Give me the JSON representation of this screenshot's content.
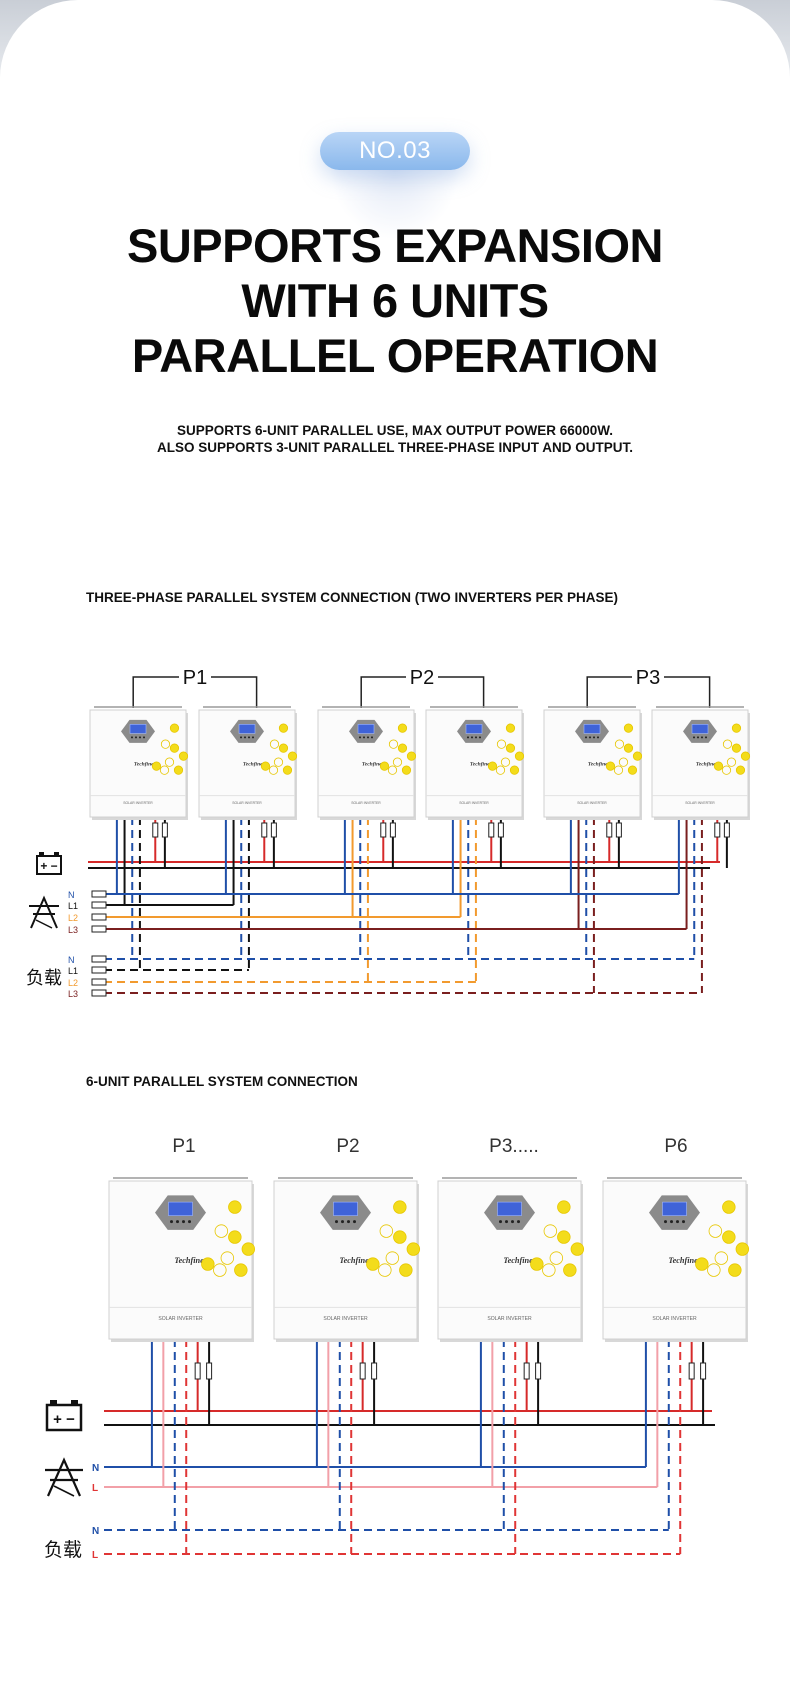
{
  "badge": {
    "label": "NO.03"
  },
  "headline": {
    "line1": "SUPPORTS EXPANSION",
    "line2": "WITH 6 UNITS",
    "line3": "PARALLEL OPERATION"
  },
  "subheadline": {
    "line1": "SUPPORTS 6-UNIT PARALLEL USE, MAX OUTPUT POWER 66000W.",
    "line2": "ALSO SUPPORTS 3-UNIT PARALLEL THREE-PHASE INPUT AND OUTPUT."
  },
  "diagram1": {
    "title": "THREE-PHASE PARALLEL SYSTEM CONNECTION (TWO INVERTERS PER PHASE)",
    "phases": [
      "P1",
      "P2",
      "P3"
    ],
    "grid_lines": [
      "N",
      "L1",
      "L2",
      "L3"
    ],
    "load_lines": [
      "N",
      "L1",
      "L2",
      "L3"
    ],
    "load_label": "负载",
    "brand": "Techfine",
    "device_caption": "SOLAR INVERTER"
  },
  "diagram2": {
    "title": "6-UNIT PARALLEL SYSTEM CONNECTION",
    "units": [
      "P1",
      "P2",
      "P3.....",
      "P6"
    ],
    "grid_lines": [
      "N",
      "L"
    ],
    "load_lines": [
      "N",
      "L"
    ],
    "load_label": "负载",
    "brand": "Techfine",
    "device_caption": "SOLAR INVERTER"
  },
  "colors": {
    "battery": "#d62a2a",
    "dc_neg": "#111111",
    "neutral": "#1f4fa8",
    "l1": "#111111",
    "l2": "#f29a2e",
    "l3": "#7a1f1f",
    "single_l": "#f2a0a8"
  }
}
